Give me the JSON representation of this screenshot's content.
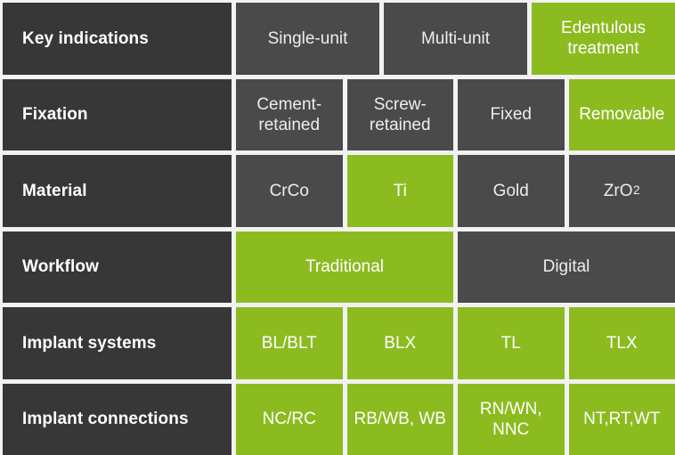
{
  "colors": {
    "label_bg": "#373737",
    "cell_bg": "#4a4a4a",
    "accent_green": "#8cbb20",
    "gap": "#f2f2f2",
    "text": "#ffffff"
  },
  "matrix": {
    "rows": [
      {
        "label": "Key indications",
        "cells": [
          {
            "text": "Single-unit",
            "highlight": false,
            "span": 1
          },
          {
            "text": "Multi-unit",
            "highlight": false,
            "span": 1
          },
          {
            "text": "Edentulous treatment",
            "highlight": true,
            "span": 1
          }
        ]
      },
      {
        "label": "Fixation",
        "cells": [
          {
            "text": "Cement-retained",
            "highlight": false,
            "span": 1
          },
          {
            "text": "Screw-retained",
            "highlight": false,
            "span": 1
          },
          {
            "text": "Fixed",
            "highlight": false,
            "span": 1
          },
          {
            "text": "Removable",
            "highlight": true,
            "span": 1
          }
        ]
      },
      {
        "label": "Material",
        "cells": [
          {
            "text": "CrCo",
            "highlight": false,
            "span": 1
          },
          {
            "text": "Ti",
            "highlight": true,
            "span": 1
          },
          {
            "text": "Gold",
            "highlight": false,
            "span": 1
          },
          {
            "text": "ZrO2",
            "highlight": false,
            "span": 1,
            "subscript": {
              "base": "ZrO",
              "sub": "2"
            }
          }
        ]
      },
      {
        "label": "Workflow",
        "cells": [
          {
            "text": "Traditional",
            "highlight": true,
            "span": 2
          },
          {
            "text": "Digital",
            "highlight": false,
            "span": 2
          }
        ]
      },
      {
        "label": "Implant systems",
        "cells": [
          {
            "text": "BL/BLT",
            "highlight": true,
            "span": 1
          },
          {
            "text": "BLX",
            "highlight": true,
            "span": 1
          },
          {
            "text": "TL",
            "highlight": true,
            "span": 1
          },
          {
            "text": "TLX",
            "highlight": true,
            "span": 1
          }
        ]
      },
      {
        "label": "Implant connections",
        "cells": [
          {
            "text": "NC/RC",
            "highlight": true,
            "span": 1
          },
          {
            "text": "RB/WB, WB",
            "highlight": true,
            "span": 1
          },
          {
            "text": "RN/WN, NNC",
            "highlight": true,
            "span": 1
          },
          {
            "text": "NT,RT,WT",
            "highlight": true,
            "span": 1
          }
        ]
      }
    ]
  }
}
